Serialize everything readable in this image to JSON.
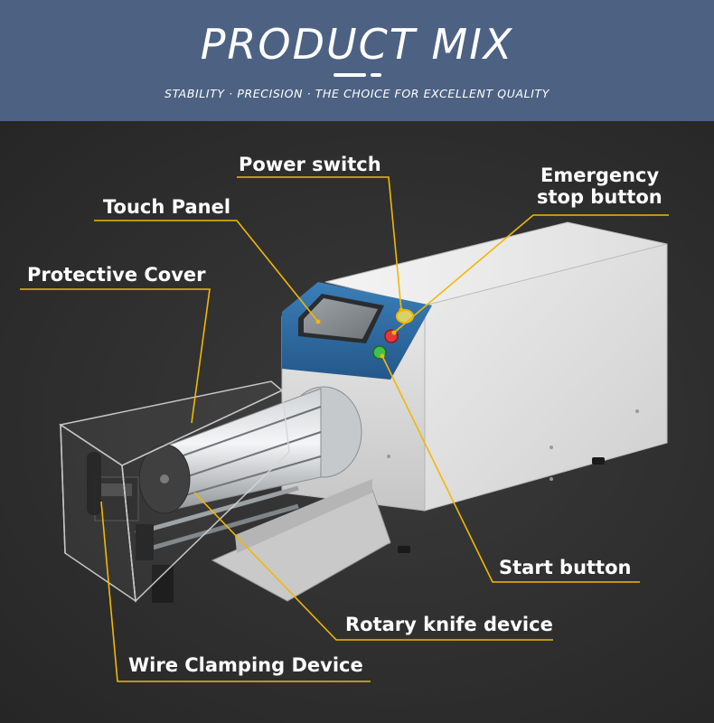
{
  "header": {
    "title": "PRODUCT MIX",
    "subtitle": "STABILITY · PRECISION · THE CHOICE FOR EXCELLENT QUALITY"
  },
  "labels": {
    "power_switch": "Power switch",
    "emergency_line1": "Emergency",
    "emergency_line2": "stop button",
    "touch_panel": "Touch Panel",
    "protective_cover": "Protective Cover",
    "start_button": "Start button",
    "rotary_knife": "Rotary knife device",
    "wire_clamping": "Wire Clamping Device"
  },
  "colors": {
    "header_bg": "#4d6283",
    "background": "#2f2f2f",
    "leader_line": "#f2b705",
    "label_text": "#ffffff",
    "panel_blue": "#2e6aa0",
    "emergency_button": "#e53935",
    "start_button": "#43c04b"
  }
}
